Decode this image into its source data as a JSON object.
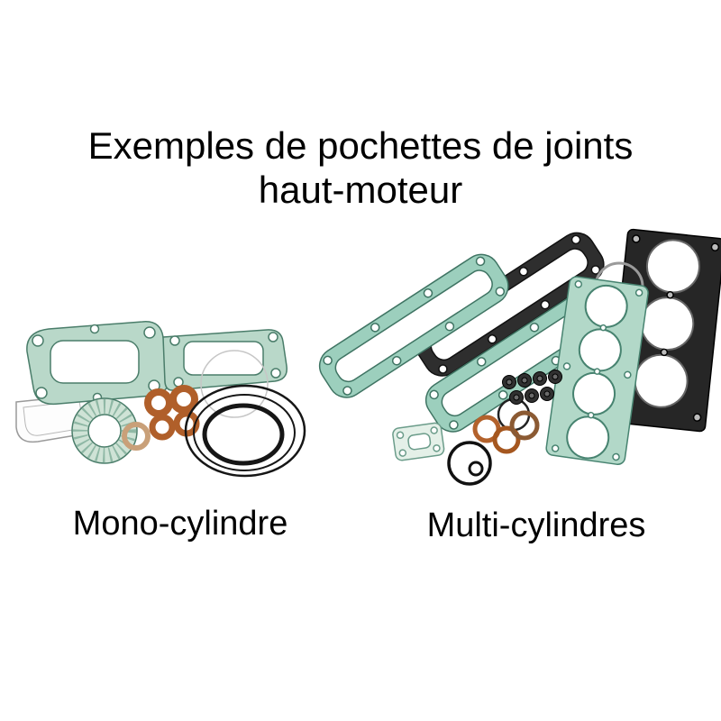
{
  "title": {
    "line1": "Exemples de pochettes de joints",
    "line2": "haut-moteur"
  },
  "figures": [
    {
      "label": "Mono-cylindre"
    },
    {
      "label": "Multi-cylindres"
    }
  ],
  "colors": {
    "background": "#ffffff",
    "text": "#000000",
    "gasket_teal": "#9ccfbd",
    "gasket_teal_light": "#b2d8c8",
    "gasket_outline": "#3f7463",
    "copper": "#b05f2a",
    "rubber_black": "#161616",
    "dark_gasket": "#2e2e2e"
  }
}
